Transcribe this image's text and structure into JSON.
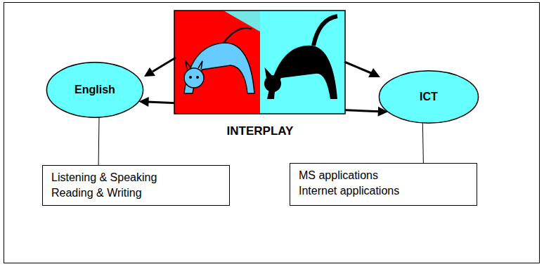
{
  "diagram": {
    "nodes": [
      {
        "text": [
          "English"
        ]
      },
      {
        "text": [
          "ICT"
        ]
      },
      {
        "text": [
          "Listening & Speaking",
          "Reading & Writing"
        ]
      },
      {
        "text": [
          "MS applications",
          "Internet applications"
        ]
      }
    ],
    "edges": [
      {
        "from": 0,
        "to": 1,
        "arrow": "both",
        "label": "INTERPLAY"
      },
      {
        "from": 0,
        "to": 2,
        "arrow": "none"
      },
      {
        "from": 1,
        "to": 3,
        "arrow": "none"
      }
    ]
  }
}
